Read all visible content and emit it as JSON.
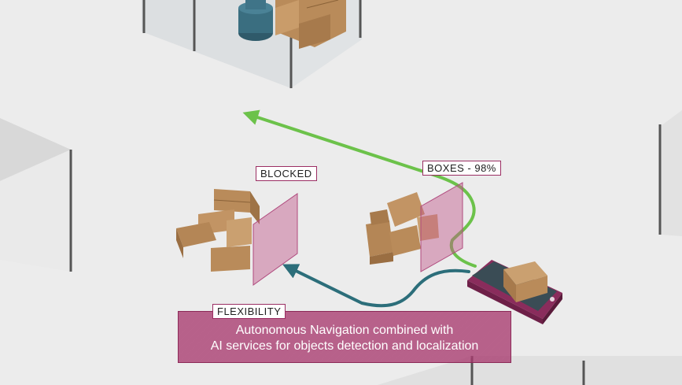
{
  "labels": {
    "blocked": "BLOCKED",
    "boxes": "BOXES - 98%",
    "flexibility": "FLEXIBILITY"
  },
  "caption": {
    "line1": "Autonomous Navigation combined with",
    "line2": "AI services for objects detection and localization"
  },
  "colors": {
    "floor": "#ececec",
    "accent_magenta": "#a83a6e",
    "path_green": "#6cc24a",
    "path_teal": "#2c6e7a",
    "box_brown": "#b98b5a"
  }
}
